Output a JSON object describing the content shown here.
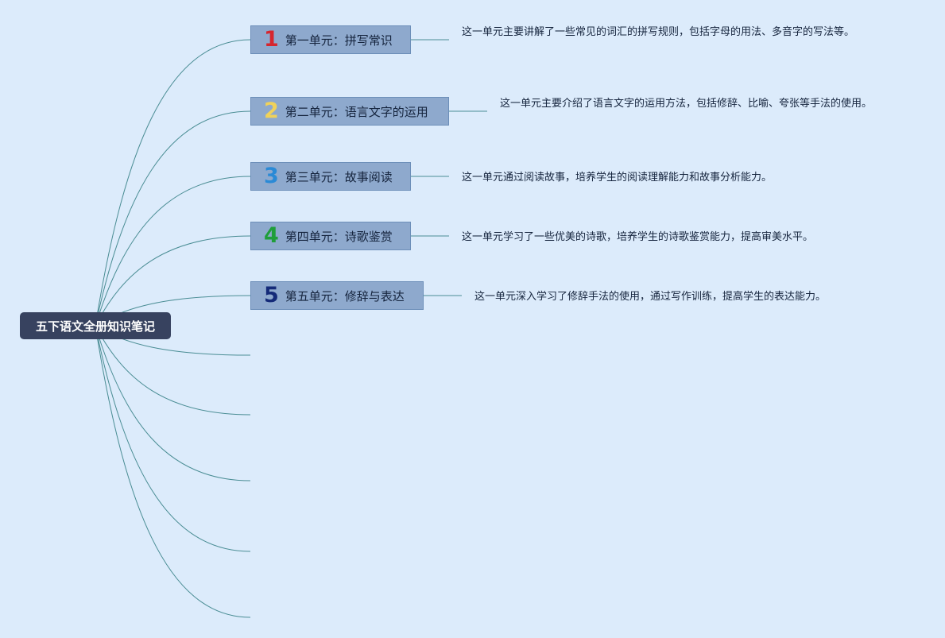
{
  "root": {
    "title": "五下语文全册知识笔记",
    "background_color": "#37425f",
    "text_color": "#ffffff"
  },
  "theme": {
    "page_background": "#dcebfb",
    "branch_line_color": "#4a8d94",
    "unit_box_color": "#8ea9cd"
  },
  "units": [
    {
      "number": "1",
      "number_color": "#d6262e",
      "title": "第一单元：拼写常识",
      "description": "这一单元主要讲解了一些常见的词汇的拼写规则，包括字母的用法、多音字的写法等。"
    },
    {
      "number": "2",
      "number_color": "#f0d25a",
      "title": "第二单元：语言文字的运用",
      "description": "这一单元主要介绍了语言文字的运用方法，包括修辞、比喻、夸张等手法的使用。"
    },
    {
      "number": "3",
      "number_color": "#2a8ad6",
      "title": "第三单元：故事阅读",
      "description": "这一单元通过阅读故事，培养学生的阅读理解能力和故事分析能力。"
    },
    {
      "number": "4",
      "number_color": "#1f9e3a",
      "title": "第四单元：诗歌鉴赏",
      "description": "这一单元学习了一些优美的诗歌，培养学生的诗歌鉴赏能力，提高审美水平。"
    },
    {
      "number": "5",
      "number_color": "#142a78",
      "title": "第五单元：修辞与表达",
      "description": "这一单元深入学习了修辞手法的使用，通过写作训练，提高学生的表达能力。"
    }
  ]
}
